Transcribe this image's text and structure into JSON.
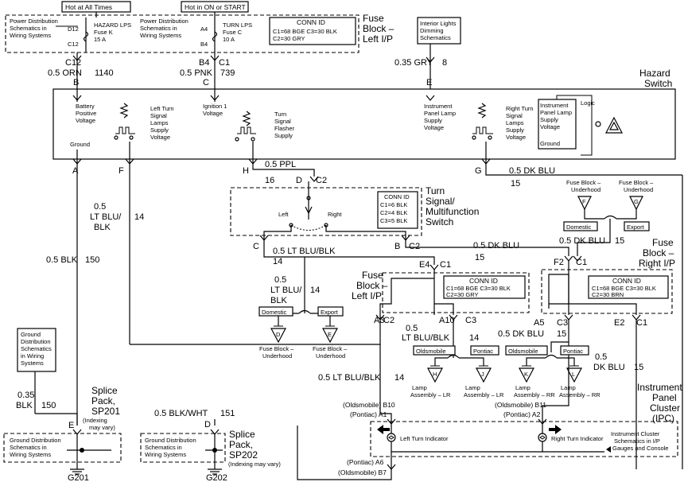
{
  "headers": {
    "hot_all_times": "Hot at All Times",
    "hot_on_start": "Hot in ON or START"
  },
  "top_fuse_block": {
    "name_line1": "Fuse",
    "name_line2": "Block –",
    "name_line3": "Left I/P",
    "power_dist_1": [
      "Power Distribution",
      "Schematics in",
      "Wiring Systems"
    ],
    "power_dist_2": [
      "Power Distribution",
      "Schematics in",
      "Wiring Systems"
    ],
    "fuse_k": [
      "HAZARD LPS",
      "Fuse K",
      "15 A"
    ],
    "fuse_c": [
      "TURN LPS",
      "Fuse C",
      "10 A"
    ],
    "pins_k": [
      "D12",
      "C12"
    ],
    "pins_c": [
      "A4",
      "B4"
    ],
    "conn_id": {
      "title": "CONN ID",
      "row1": "C1=68 BGE   C3=30 BLK",
      "row2": "C2=30 GRY"
    }
  },
  "interior_lights": [
    "Interior Lights",
    "Dimming",
    "Schematics"
  ],
  "wires_top": {
    "w1": {
      "conn": "C12",
      "size": "0.5 ORN",
      "circuit": "1140",
      "pin": "B"
    },
    "w2": {
      "conn": "B4",
      "conn2": "C1",
      "size": "0.5 PNK",
      "circuit": "739",
      "pin": "C"
    },
    "w3": {
      "size": "0.35 GRY",
      "circuit": "8",
      "pin": "E"
    }
  },
  "hazard_switch": {
    "title_line1": "Hazard",
    "title_line2": "Switch",
    "battery": [
      "Battery",
      "Positive",
      "Voltage"
    ],
    "left_turn": [
      "Left Turn",
      "Signal",
      "Lamps",
      "Supply",
      "Voltage"
    ],
    "ignition": [
      "Ignition 1",
      "Voltage"
    ],
    "turn_flasher": [
      "Turn",
      "Signal",
      "Flasher",
      "Supply"
    ],
    "ip_lamp": [
      "Instrument",
      "Panel Lamp",
      "Supply",
      "Voltage"
    ],
    "right_turn": [
      "Right Turn",
      "Signal",
      "Lamps",
      "Supply",
      "Voltage"
    ],
    "ip_lamp2": [
      "Instrument",
      "Panel Lamp",
      "Supply",
      "Voltage"
    ],
    "ground": "Ground",
    "ground2": "Ground",
    "logic": "Logic"
  },
  "pins_bottom": [
    "A",
    "F",
    "H",
    "G"
  ],
  "wires_mid": {
    "ppl": {
      "size": "0.5 PPL",
      "circuit": "16",
      "pin": "D",
      "conn": "C2"
    },
    "dkblu_g": {
      "size": "0.5 DK BLU",
      "circuit": "15"
    },
    "ltblu_f": {
      "size": [
        "0.5",
        "LT BLU/",
        "BLK"
      ],
      "circuit": "14"
    },
    "blk_a": {
      "size": "0.5 BLK",
      "circuit": "150"
    }
  },
  "multifunction": {
    "title": [
      "Turn",
      "Signal/",
      "Multifunction",
      "Switch"
    ],
    "left": "Left",
    "right": "Right",
    "conn_id": {
      "title": "CONN ID",
      "rows": [
        "C1=6 BLK",
        "C2=4 BLK",
        "C3=5 BLK"
      ]
    },
    "pin_c": "C",
    "pin_b": "B",
    "conn_c2": "C2"
  },
  "wires_switch_out": {
    "ltblu": {
      "size": "0.5 LT BLU/BLK",
      "circuit": "14"
    },
    "dkblu": {
      "size": "0.5 DK BLU",
      "circuit": "15"
    }
  },
  "fuse_block_left_lower": {
    "name": [
      "Fuse",
      "Block –",
      "Left I/P"
    ],
    "e4": "E4",
    "c1": "C1",
    "conn_id": {
      "title": "CONN ID",
      "row1": "C1=68 BGE   C3=30 BLK",
      "row2": "C2=30 GRY"
    },
    "a3": "A3",
    "c2": "C2",
    "a10": "A10",
    "c3": "C3"
  },
  "fuse_block_right": {
    "name": [
      "Fuse",
      "Block –",
      "Right I/P"
    ],
    "f2": "F2",
    "c1": "C1",
    "conn_id": {
      "title": "CONN ID",
      "row1": "C1=68 BGE   C3=30 BLK",
      "row2": "C2=30 BRN"
    },
    "a5": "A5",
    "c3": "C3",
    "e2": "E2",
    "c1b": "C1"
  },
  "underhood": {
    "f": {
      "label": [
        "Fuse Block –",
        "Underhood"
      ],
      "pin": "F"
    },
    "g": {
      "label": [
        "Fuse Block –",
        "Underhood"
      ],
      "pin": "G"
    },
    "domestic": "Domestic",
    "export": "Export",
    "wire": {
      "size": "0.5 DK BLU",
      "circuit": "15"
    }
  },
  "left_options": {
    "wire": {
      "size": [
        "0.5",
        "LT BLU/",
        "BLK"
      ],
      "circuit": "14"
    },
    "domestic": "Domestic",
    "export": "Export",
    "d": {
      "pin": "D",
      "label": [
        "Fuse Block –",
        "Underhood"
      ]
    },
    "e": {
      "pin": "E",
      "label": [
        "Fuse Block –",
        "Underhood"
      ]
    }
  },
  "lamps": {
    "lr_wire": {
      "size": [
        "0.5",
        "LT BLU/BLK"
      ],
      "circuit": "14"
    },
    "rr_wire": {
      "size": "0.5 DK BLU",
      "circuit": "15"
    },
    "oldsmobile": "Oldsmobile",
    "pontiac": "Pontiac",
    "h": {
      "pin": "H",
      "label": [
        "Lamp",
        "Assembly – LR"
      ]
    },
    "j": {
      "pin": "J",
      "label": [
        "Lamp",
        "Assembly – LR"
      ]
    },
    "k": {
      "pin": "K",
      "label": [
        "Lamp",
        "Assembly – RR"
      ]
    },
    "l": {
      "pin": "L",
      "label": [
        "Lamp",
        "Assembly – RR"
      ]
    }
  },
  "right_wire": {
    "size": [
      "0.5",
      "DK BLU"
    ],
    "circuit": "15"
  },
  "bottom_left_wire": {
    "size": "0.5 LT BLU/BLK",
    "circuit": "14"
  },
  "ground_dist": {
    "top": [
      "Ground",
      "Distribution",
      "Schematics",
      "in Wiring",
      "Systems"
    ],
    "box1": [
      "Ground Distribution",
      "Schematics in",
      "Wiring Systems"
    ],
    "box2": [
      "Ground Distribution",
      "Schematics in",
      "Wiring Systems"
    ]
  },
  "splice1": {
    "name": [
      "Splice",
      "Pack,",
      "SP201"
    ],
    "note": [
      "(Indexing",
      "may vary)"
    ],
    "size": [
      "0.35",
      "BLK"
    ],
    "circuit": "150",
    "pin": "E",
    "ground": "G201"
  },
  "splice2": {
    "name": [
      "Splice",
      "Pack,",
      "SP202"
    ],
    "note": "(Indexing may vary)",
    "size": "0.5 BLK/WHT",
    "circuit": "151",
    "pin": "D",
    "ground": "G202"
  },
  "ipc": {
    "name": [
      "Instrument",
      "Panel",
      "Cluster",
      "(IPC)"
    ],
    "b10": "(Oldsmobile) B10",
    "a1": "(Pontiac) A1",
    "b11": "(Oldsmobile) B11",
    "a2": "(Pontiac) A2",
    "a6": "(Pontiac) A6",
    "b7": "(Oldsmobile) B7",
    "left_ind": "Left Turn Indicator",
    "right_ind": "Right Turn Indicator",
    "schem": [
      "Instrument Cluster",
      "Schematics in I/P",
      "Gauges and Console"
    ]
  }
}
